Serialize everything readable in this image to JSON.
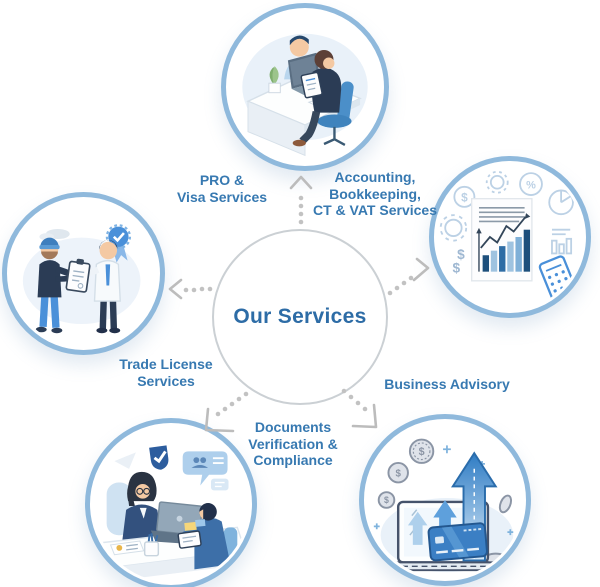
{
  "center_title": "Our Services",
  "labels": {
    "pro_visa": "PRO &\nVisa Services",
    "accounting": "Accounting,\nBookkeeping,\nCT & VAT Services",
    "trade_license": "Trade License\nServices",
    "business_advisory": "Business Advisory",
    "documents": "Documents\nVerification &\nCompliance"
  },
  "colors": {
    "circle_ring_blue": "#8fb9dc",
    "label_blue": "#3779b1",
    "center_title_blue": "#2d6ca6",
    "arrow_gray": "#bfbfbf",
    "center_circle_stroke": "#cbd0d4",
    "illustration_navy": "#2b3c55",
    "illustration_mid_blue": "#4a90d9",
    "illustration_light_blue_bg": "#e9f1f9"
  },
  "illustrations": {
    "top": "consultation-at-desk-scene",
    "right": "accounting-chart-document-scene",
    "left": "trade-license-handover-scene",
    "bottom_left": "documents-verification-meeting-scene",
    "bottom_right": "growth-arrows-laptop-scene"
  },
  "icon_names": [
    "dollar-coin-icon",
    "gear-icon",
    "percent-circle-icon",
    "pie-chart-icon",
    "bar-chart-icon",
    "calculator-icon",
    "certified-badge-icon",
    "check-shield-icon",
    "chat-bubble-icon",
    "growth-arrow-icon",
    "credit-card-icon",
    "laptop-icon"
  ]
}
